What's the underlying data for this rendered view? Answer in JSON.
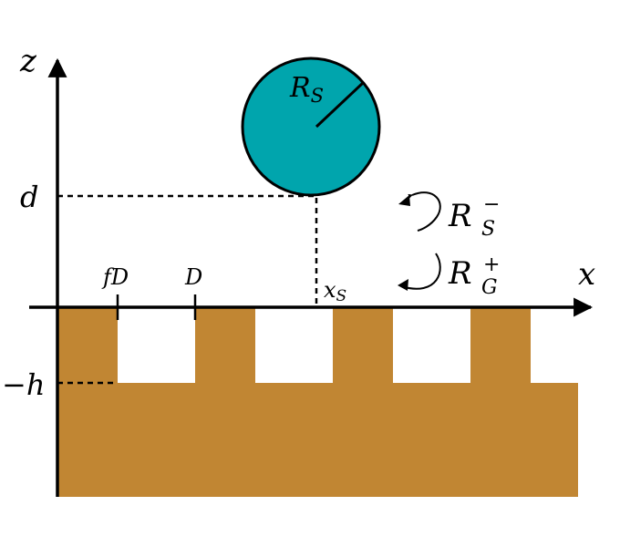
{
  "axes": {
    "x_label": "x",
    "z_label": "z"
  },
  "labels": {
    "sphere_radius": {
      "base": "R",
      "sub": "S"
    },
    "d": "d",
    "minus_h": "−h",
    "fD": "fD",
    "D": "D",
    "xS": {
      "base": "x",
      "sub": "S"
    },
    "reflection_sphere": {
      "base": "R",
      "sub": "S",
      "sup": "−"
    },
    "reflection_grating": {
      "base": "R",
      "sub": "G",
      "sup": "+"
    }
  },
  "colors": {
    "sphere_fill": "#00a5ad",
    "grating_fill": "#c18633",
    "stroke": "#000000"
  }
}
